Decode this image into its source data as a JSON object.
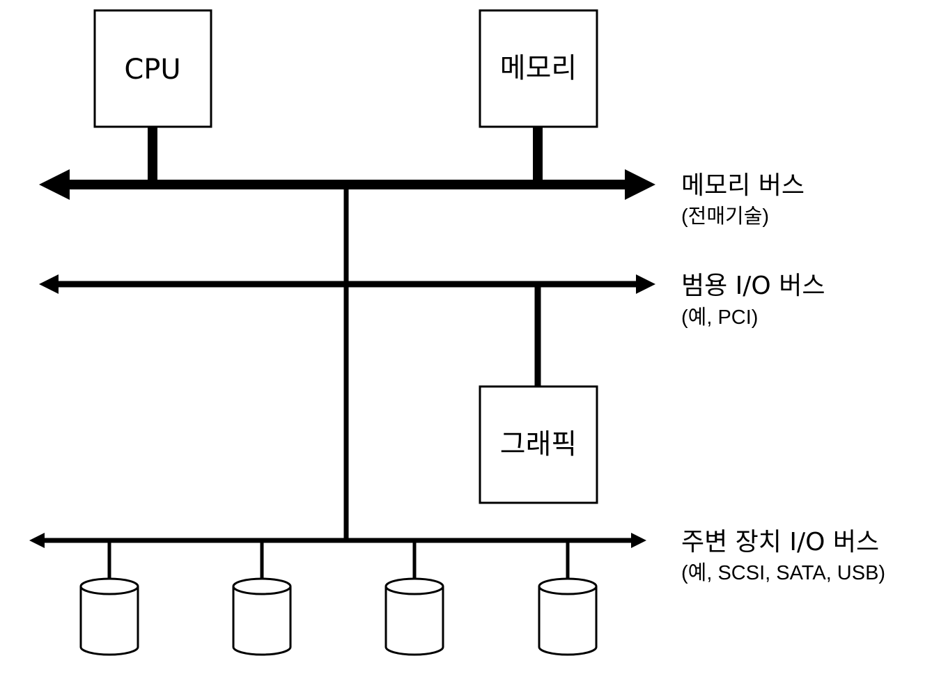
{
  "components": {
    "cpu": {
      "label": "CPU"
    },
    "memory": {
      "label": "메모리"
    },
    "graphics": {
      "label": "그래픽"
    }
  },
  "buses": {
    "memory_bus": {
      "name": "메모리 버스",
      "example": "(전매기술)"
    },
    "general_io_bus": {
      "name": "범용 I/O 버스",
      "example": "(예, PCI)"
    },
    "peripheral_io_bus": {
      "name": "주변 장치 I/O 버스",
      "example": "(예, SCSI, SATA, USB)"
    }
  },
  "colors": {
    "stroke": "#000000",
    "background": "#ffffff"
  },
  "disk_count": 4
}
